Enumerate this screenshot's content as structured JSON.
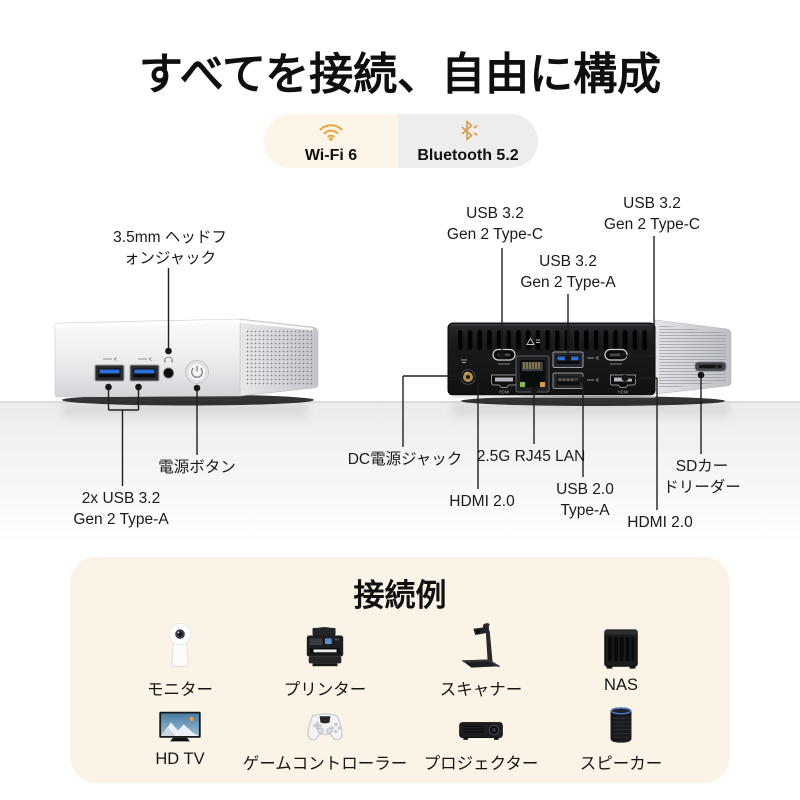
{
  "title": "すべてを接続、自由に構成",
  "badges": {
    "wifi": {
      "label": "Wi-Fi 6",
      "icon": "wifi-icon",
      "icon_color": "#F0A23C",
      "bg": "#FDF5E7"
    },
    "bluetooth": {
      "label": "Bluetooth 5.2",
      "icon": "bluetooth-icon",
      "icon_color": "#D2A050",
      "bg": "#EDEDEE"
    }
  },
  "front_device": {
    "labels": {
      "headphone": "3.5mm ヘッドフ\nォンジャック",
      "power": "電源ボタン",
      "usb": "2x USB 3.2\nGen 2 Type-A"
    }
  },
  "rear_device": {
    "labels": {
      "typec_left": "USB 3.2\nGen 2 Type-C",
      "typea_top": "USB 3.2\nGen 2 Type-A",
      "typec_right": "USB 3.2\nGen 2 Type-C",
      "dc": "DC電源ジャック",
      "lan": "2.5G RJ45 LAN",
      "hdmi_left": "HDMI 2.0",
      "usb20": "USB 2.0\nType-A",
      "hdmi_right": "HDMI 2.0",
      "sd": "SDカー\nドリーダー"
    }
  },
  "examples": {
    "title": "接続例",
    "card_bg": "#FBF3E5",
    "items": [
      {
        "label": "モニター",
        "icon": "camera-icon"
      },
      {
        "label": "プリンター",
        "icon": "printer-icon"
      },
      {
        "label": "スキャナー",
        "icon": "scanner-icon"
      },
      {
        "label": "NAS",
        "icon": "nas-icon"
      },
      {
        "label": "HD TV",
        "icon": "tv-icon"
      },
      {
        "label": "ゲームコントローラー",
        "icon": "controller-icon"
      },
      {
        "label": "プロジェクター",
        "icon": "projector-icon"
      },
      {
        "label": "スピーカー",
        "icon": "speaker-icon"
      }
    ]
  }
}
